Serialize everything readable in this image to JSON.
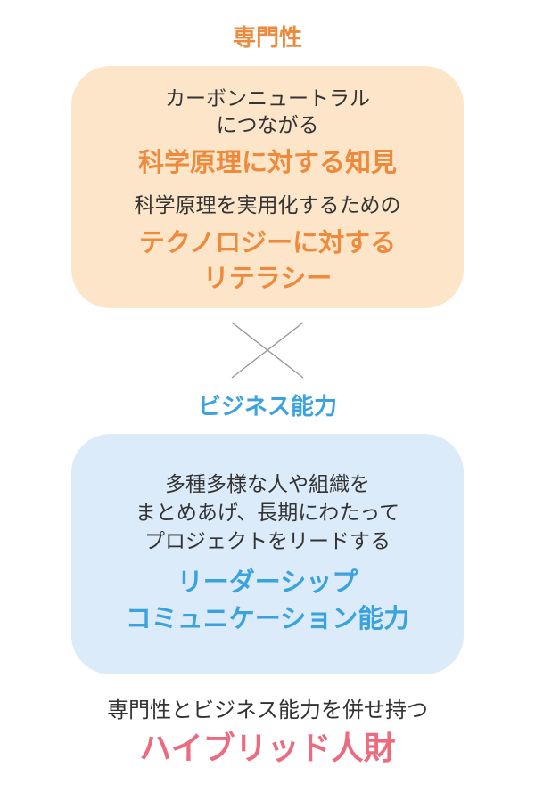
{
  "expertise": {
    "title": "専門性",
    "lines": [
      "カーボンニュートラル",
      "につながる",
      "科学原理に対する知見",
      "科学原理を実用化するための",
      "テクノロジーに対する",
      "リテラシー"
    ]
  },
  "business": {
    "title": "ビジネス能力",
    "lines": [
      "多種多様な人や組織を",
      "まとめあげ、長期にわたって",
      "プロジェクトをリードする",
      "リーダーシップ",
      "コミュニケーション能力"
    ]
  },
  "result": {
    "lead": "専門性とビジネス能力を併せ持つ",
    "headline": "ハイブリッド人財"
  },
  "colors": {
    "expertise_accent": "#ee8a3c",
    "expertise_box": "#fde5c9",
    "business_accent": "#3aa3dd",
    "business_box": "#dbebf9",
    "result_accent": "#ec6b7f",
    "body_text": "#333333"
  }
}
